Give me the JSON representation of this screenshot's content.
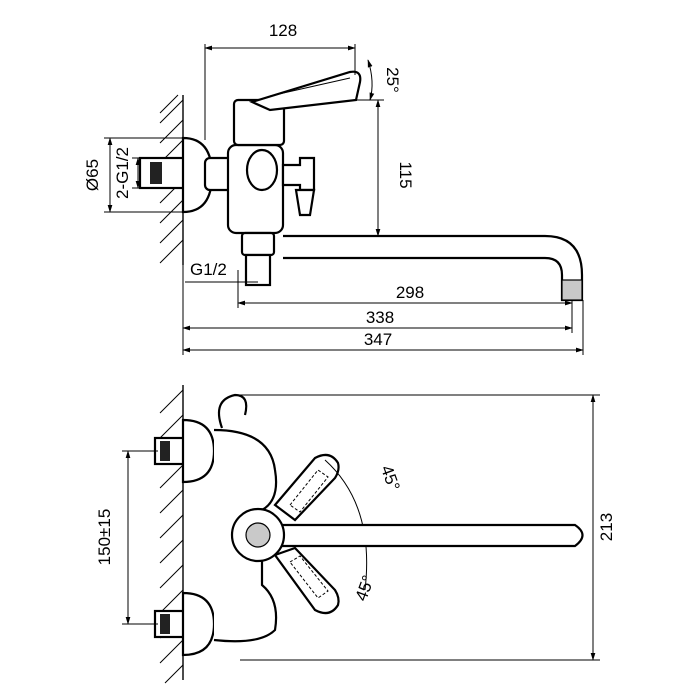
{
  "dimensions": {
    "top_width": "128",
    "handle_angle": "25°",
    "height": "115",
    "flange_diameter": "Ø65",
    "inlet_thread": "2-G1/2",
    "outlet_thread": "G1/2",
    "spout_reach": "298",
    "spout_total": "338",
    "overall_length": "347",
    "center_distance": "150±15",
    "overall_height": "213",
    "lever_angle_up": "45°",
    "lever_angle_down": "45°"
  }
}
